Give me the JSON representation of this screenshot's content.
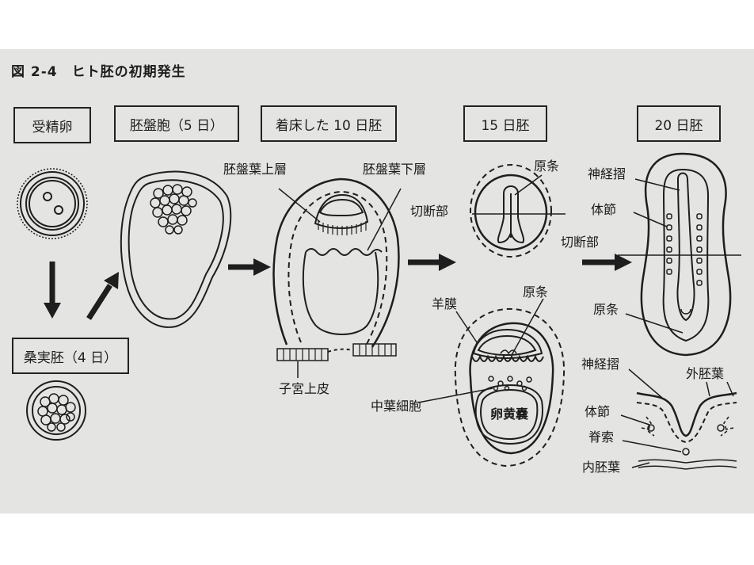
{
  "figure": {
    "title": "図 2-4　ヒト胚の初期発生"
  },
  "stages": [
    {
      "id": "zygote",
      "label": "受精卵"
    },
    {
      "id": "blastocyst",
      "label": "胚盤胞（5 日）"
    },
    {
      "id": "implanted",
      "label": "着床した 10 日胚"
    },
    {
      "id": "day15",
      "label": "15 日胚"
    },
    {
      "id": "day20",
      "label": "20 日胚"
    },
    {
      "id": "morula",
      "label": "桑実胚（4 日）"
    }
  ],
  "labels": {
    "epiblast": "胚盤葉上層",
    "hypoblast": "胚盤葉下層",
    "uterine_epithelium": "子宮上皮",
    "section_15": "切断部",
    "primitive_streak_15": "原条",
    "amnion": "羊膜",
    "primitive_streak_section": "原条",
    "mesoderm_cells": "中葉細胞",
    "yolk_sac": "卵黄嚢",
    "neural_fold_top": "神経摺",
    "somite_top": "体節",
    "section_20": "切断部",
    "primitive_streak_20": "原条",
    "neural_fold_bottom": "神経摺",
    "ectoderm": "外胚葉",
    "somite_bottom": "体節",
    "notochord": "脊索",
    "endoderm": "内胚葉"
  },
  "colors": {
    "plate_background": "#e4e4e2",
    "ink": "#1e1e1e",
    "page_background": "#ffffff"
  }
}
